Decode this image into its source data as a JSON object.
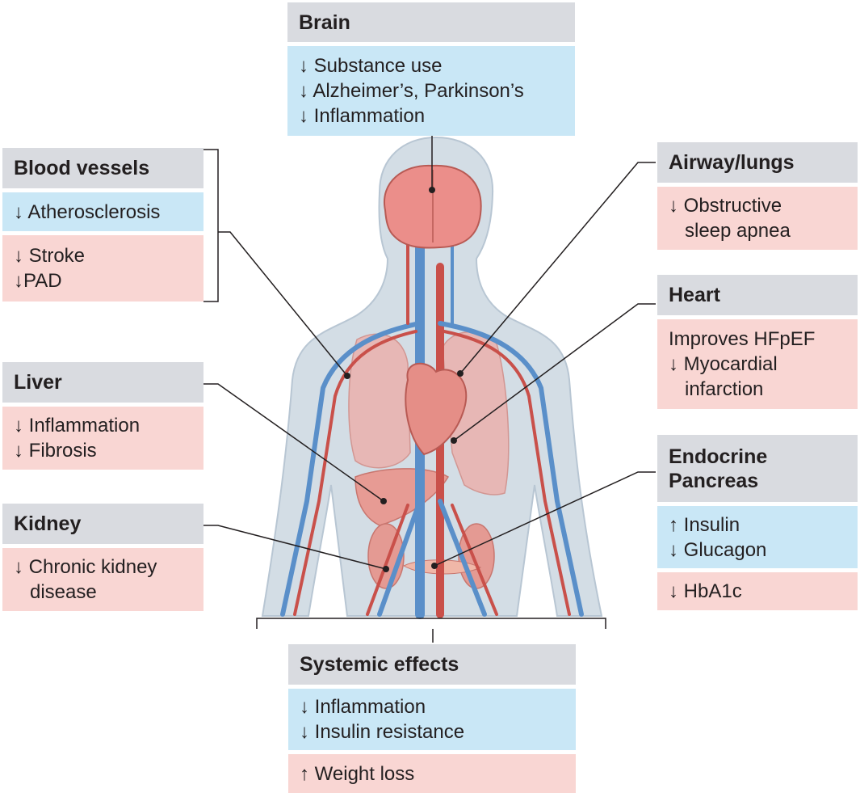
{
  "panels": {
    "brain": {
      "title": "Brain",
      "blue": [
        "↓ Substance use",
        "↓  Alzheimer’s, Parkinson’s",
        "↓  Inflammation"
      ]
    },
    "blood_vessels": {
      "title": "Blood vessels",
      "blue": [
        "↓ Atherosclerosis"
      ],
      "pink": [
        "↓ Stroke",
        "↓PAD"
      ]
    },
    "liver": {
      "title": "Liver",
      "pink": [
        "↓ Inflammation",
        "↓ Fibrosis"
      ]
    },
    "kidney": {
      "title": "Kidney",
      "pink": [
        "↓ Chronic kidney",
        "   disease"
      ]
    },
    "airway": {
      "title": "Airway/lungs",
      "pink": [
        "↓ Obstructive",
        "   sleep apnea"
      ]
    },
    "heart": {
      "title": "Heart",
      "pink": [
        "Improves HFpEF",
        "↓ Myocardial",
        "   infarction"
      ]
    },
    "endocrine": {
      "title": "Endocrine\nPancreas",
      "blue": [
        "↑ Insulin",
        "↓ Glucagon"
      ],
      "pink": [
        "↓ HbA1c"
      ]
    },
    "systemic": {
      "title": "Systemic effects",
      "blue": [
        "↓ Inflammation",
        "↓ Insulin resistance"
      ],
      "pink": [
        "↑ Weight loss"
      ]
    }
  },
  "colors": {
    "header_bg": "#d9dbe0",
    "blue_section": "#c9e7f6",
    "pink_section": "#f9d6d3",
    "body_silhouette": "#d3dde5",
    "vein_blue": "#5a8fc9",
    "artery_red": "#c9504a",
    "organ_pink": "#eba39e"
  }
}
